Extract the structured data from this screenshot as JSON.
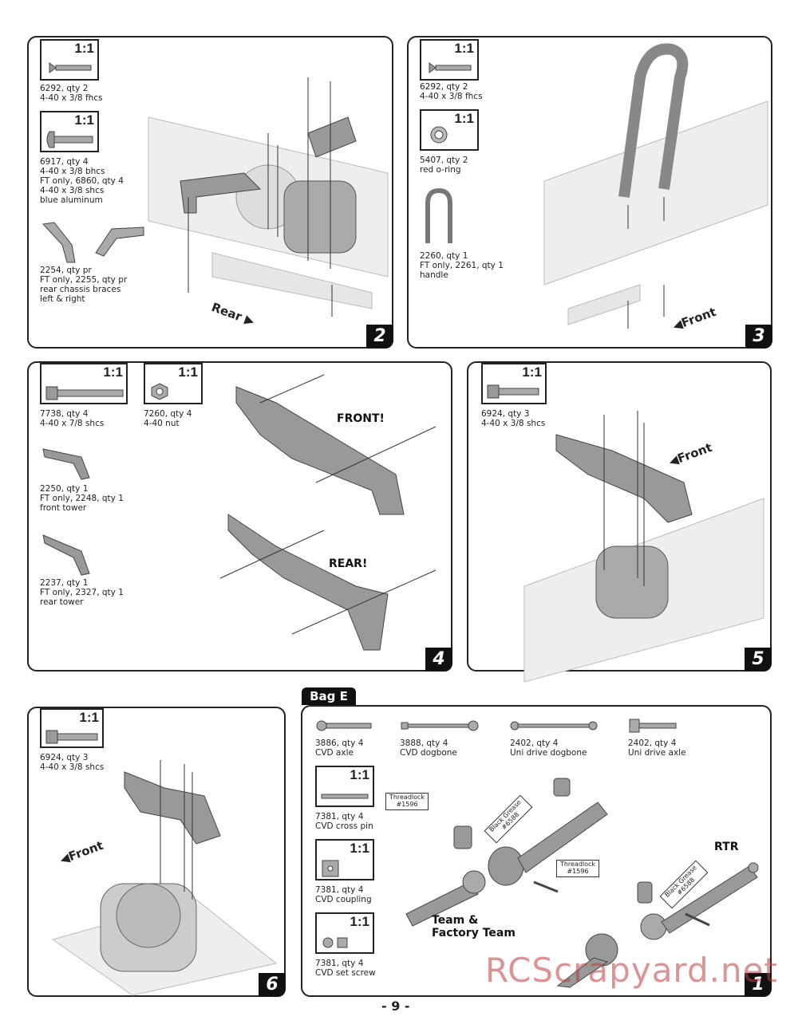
{
  "page_number": "- 9 -",
  "watermark": "RCScrapyard.net",
  "bag_label": "Bag E",
  "steps": {
    "s1": {
      "num": "1",
      "team_label": "Team &\nFactory Team",
      "rtr_label": "RTR",
      "threadlock1": "Threadlock\n#1596",
      "grease1": "Black Grease\n#6588",
      "threadlock2": "Threadlock\n#1596",
      "grease2": "Black Grease\n#6588",
      "parts": [
        {
          "caption": "3886, qty 4\nCVD axle"
        },
        {
          "caption": "3888, qty 4\nCVD dogbone"
        },
        {
          "caption": "2402, qty 4\nUni drive dogbone"
        },
        {
          "caption": "2402, qty 4\nUni drive axle"
        },
        {
          "scale": "1:1",
          "caption": "7381, qty 4\nCVD cross pin"
        },
        {
          "scale": "1:1",
          "caption": "7381, qty 4\nCVD coupling"
        },
        {
          "scale": "1:1",
          "caption": "7381, qty 4\nCVD set screw"
        }
      ]
    },
    "s2": {
      "num": "2",
      "direction": "Rear",
      "parts": [
        {
          "scale": "1:1",
          "caption": "6292, qty 2\n4-40 x 3/8 fhcs"
        },
        {
          "scale": "1:1",
          "caption": "6917, qty 4\n4-40 x 3/8 bhcs\nFT only, 6860, qty 4\n4-40 x 3/8 shcs\nblue aluminum"
        },
        {
          "caption": "2254, qty pr\nFT only, 2255, qty pr\nrear chassis braces\nleft & right"
        }
      ]
    },
    "s3": {
      "num": "3",
      "direction": "Front",
      "parts": [
        {
          "scale": "1:1",
          "caption": "6292, qty 2\n4-40 x 3/8 fhcs"
        },
        {
          "scale": "1:1",
          "caption": "5407, qty 2\nred o-ring"
        },
        {
          "caption": "2260, qty 1\nFT only, 2261, qty 1\nhandle"
        }
      ]
    },
    "s4": {
      "num": "4",
      "front_label": "FRONT!",
      "rear_label": "REAR!",
      "parts": [
        {
          "scale": "1:1",
          "caption": "7738, qty 4\n4-40 x 7/8 shcs"
        },
        {
          "scale": "1:1",
          "caption": "7260, qty 4\n4-40 nut"
        },
        {
          "caption": "2250, qty 1\nFT only, 2248, qty 1\nfront tower"
        },
        {
          "caption": "2237, qty 1\nFT only, 2327, qty 1\nrear tower"
        }
      ]
    },
    "s5": {
      "num": "5",
      "direction": "Front",
      "parts": [
        {
          "scale": "1:1",
          "caption": "6924, qty 3\n4-40 x 3/8 shcs"
        }
      ]
    },
    "s6": {
      "num": "6",
      "direction": "Front",
      "parts": [
        {
          "scale": "1:1",
          "caption": "6924, qty 3\n4-40 x 3/8 shcs"
        }
      ]
    }
  }
}
